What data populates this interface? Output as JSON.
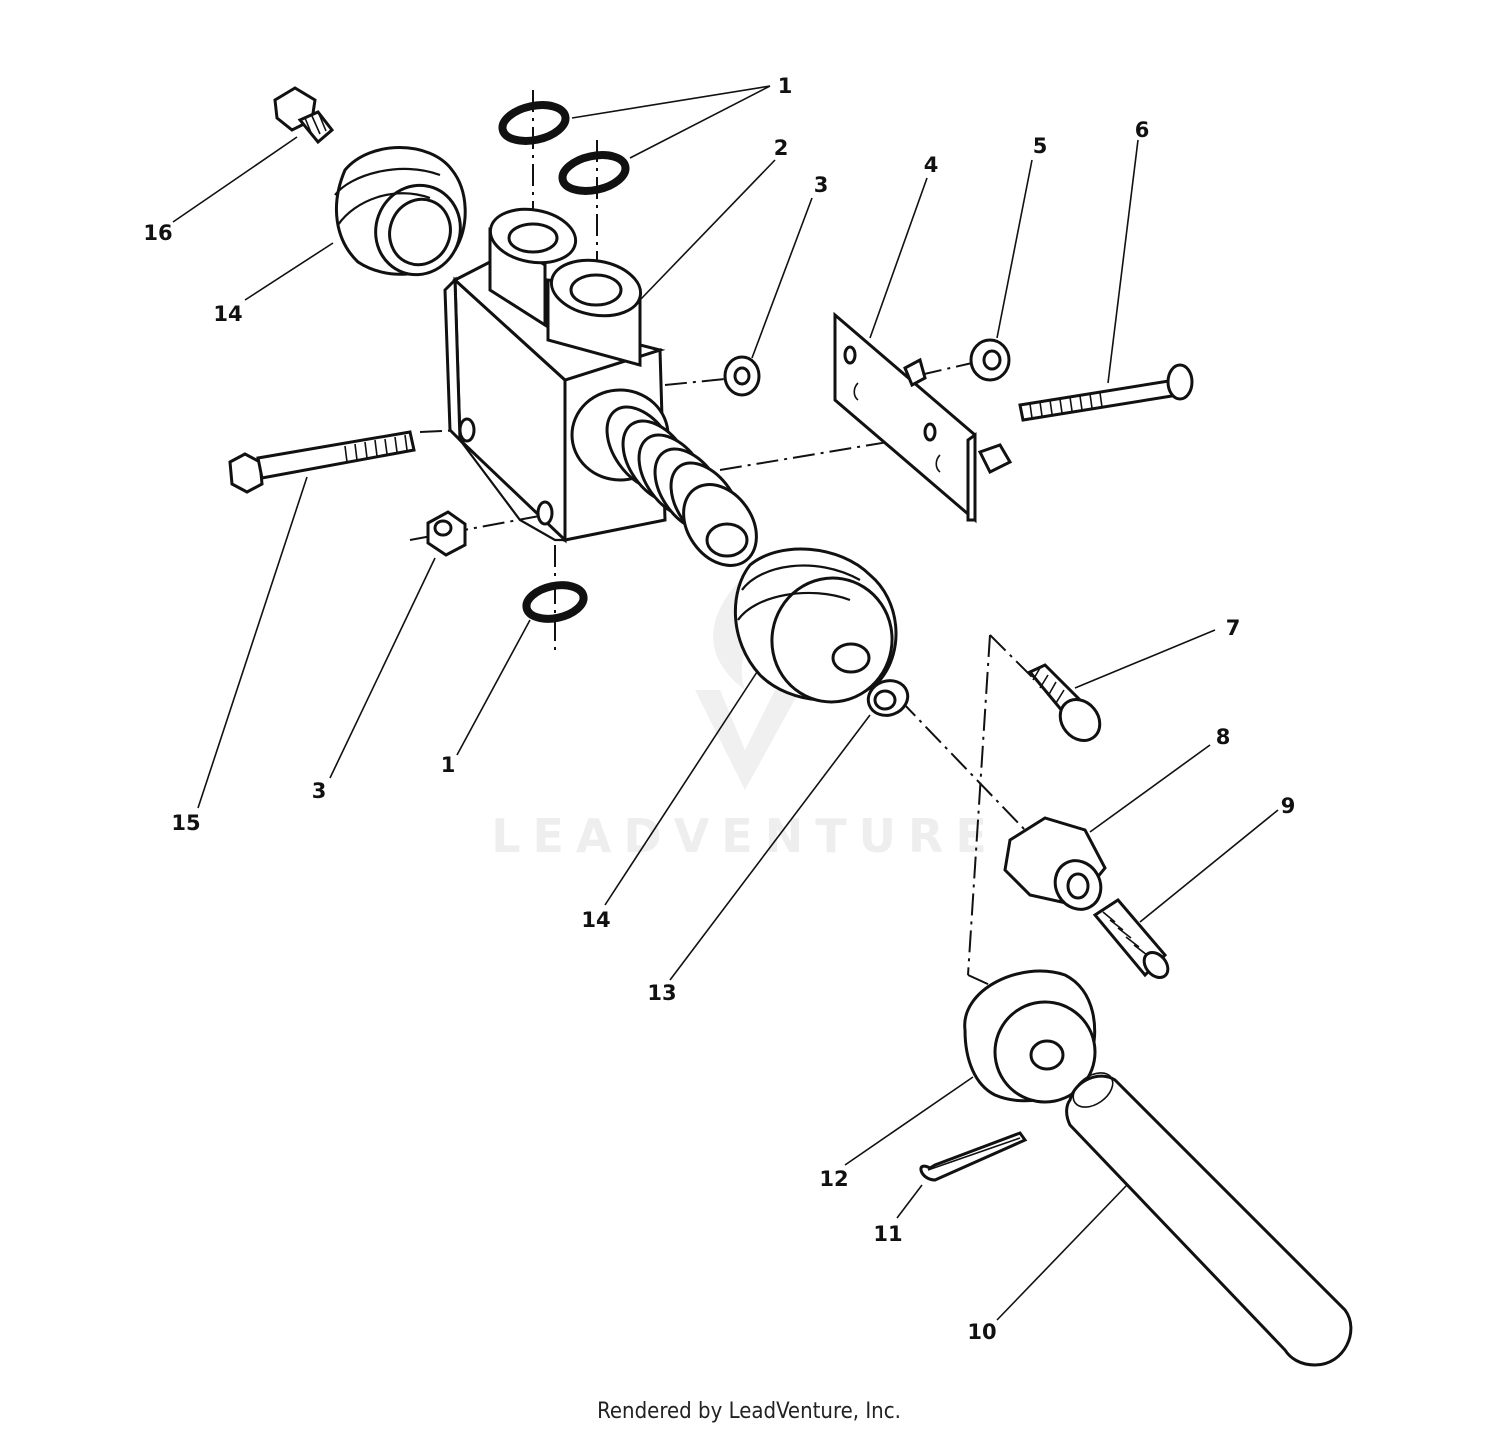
{
  "watermark": {
    "text": "LEADVENTURE"
  },
  "footer": {
    "text": "Rendered by LeadVenture, Inc."
  },
  "callouts": [
    {
      "id": "c1a",
      "label": "1"
    },
    {
      "id": "c2",
      "label": "2"
    },
    {
      "id": "c3a",
      "label": "3"
    },
    {
      "id": "c4",
      "label": "4"
    },
    {
      "id": "c5",
      "label": "5"
    },
    {
      "id": "c6",
      "label": "6"
    },
    {
      "id": "c16",
      "label": "16"
    },
    {
      "id": "c14a",
      "label": "14"
    },
    {
      "id": "c7",
      "label": "7"
    },
    {
      "id": "c8",
      "label": "8"
    },
    {
      "id": "c9",
      "label": "9"
    },
    {
      "id": "c15",
      "label": "15"
    },
    {
      "id": "c3b",
      "label": "3"
    },
    {
      "id": "c1b",
      "label": "1"
    },
    {
      "id": "c14b",
      "label": "14"
    },
    {
      "id": "c13",
      "label": "13"
    },
    {
      "id": "c12",
      "label": "12"
    },
    {
      "id": "c11",
      "label": "11"
    },
    {
      "id": "c10",
      "label": "10"
    }
  ]
}
